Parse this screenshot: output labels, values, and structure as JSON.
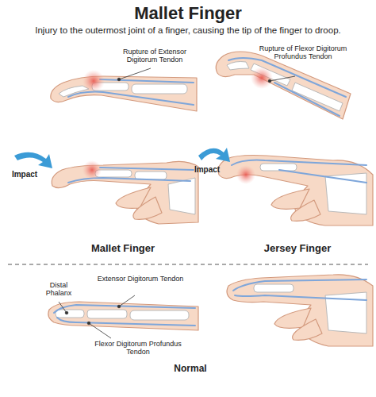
{
  "diagram": {
    "title": "Mallet Finger",
    "caption": "Injury to the outermost joint of a finger, causing the tip of the finger to droop.",
    "labels": [
      "Rupture of Extensor Digitorum Tendon",
      "Rupture of Flexor Digitorum Profundus Tendon",
      "Impact",
      "Impact",
      "Mallet Finger",
      "Jersey Finger",
      "Distal Phalanx",
      "Extensor Digitorum Tendon",
      "Flexor Digitorum Profundus Tendon",
      "Normal"
    ]
  }
}
